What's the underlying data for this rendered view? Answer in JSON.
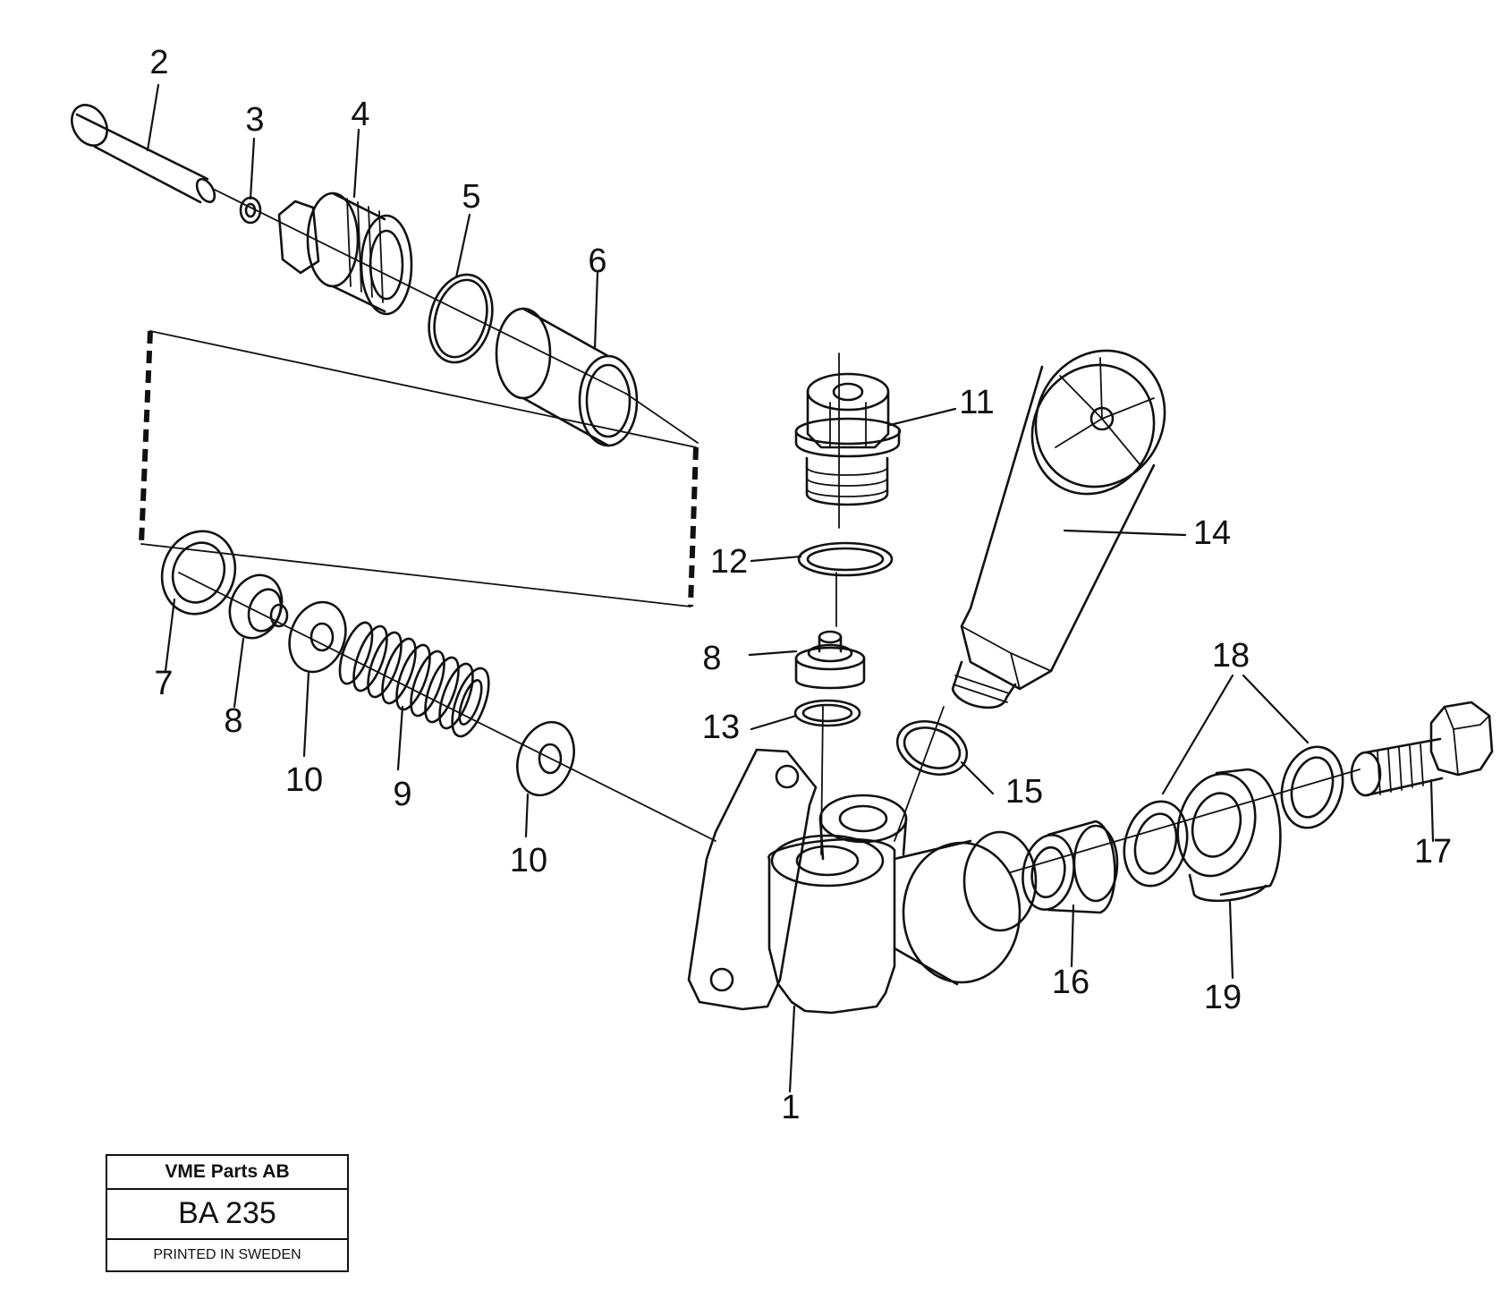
{
  "callouts": {
    "c1": "1",
    "c2": "2",
    "c3": "3",
    "c4": "4",
    "c5": "5",
    "c6": "6",
    "c7": "7",
    "c8a": "8",
    "c8b": "8",
    "c9": "9",
    "c10a": "10",
    "c10b": "10",
    "c11": "11",
    "c12": "12",
    "c13": "13",
    "c14": "14",
    "c15": "15",
    "c16": "16",
    "c17": "17",
    "c18": "18",
    "c19": "19"
  },
  "title_block": {
    "company": "VME Parts AB",
    "code": "BA 235",
    "printed": "PRINTED IN SWEDEN"
  }
}
